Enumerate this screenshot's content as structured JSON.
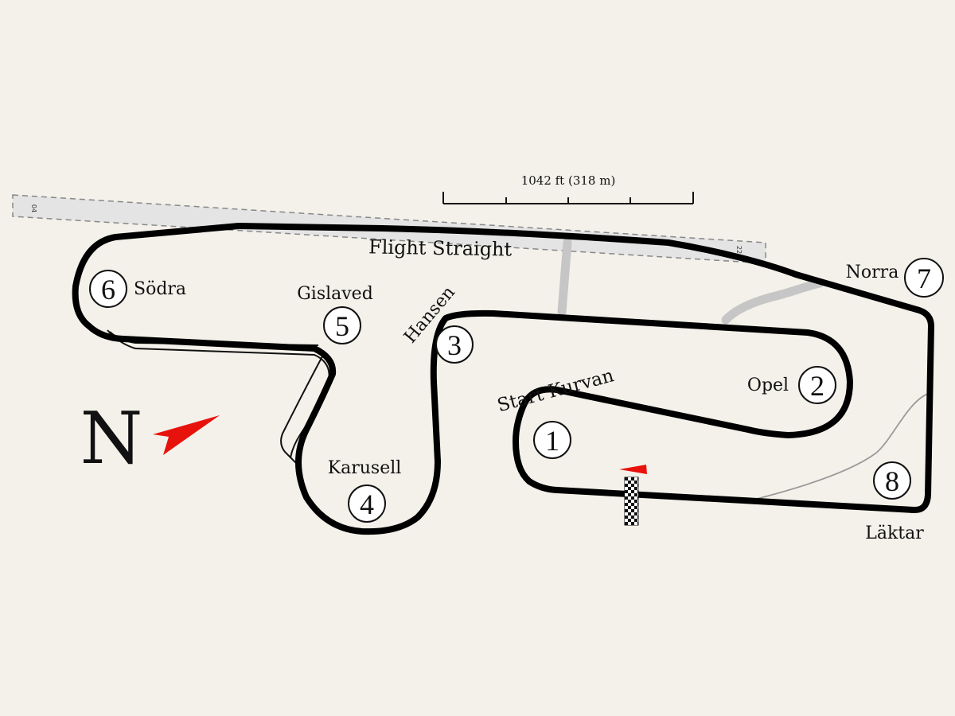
{
  "map": {
    "runway": {
      "end_a": "04",
      "end_b": "22"
    },
    "scale_bar": {
      "label": "1042 ft (318 m)"
    },
    "north": {
      "letter": "N"
    },
    "straights": {
      "flight_straight": "Flight Straight"
    },
    "corners": [
      {
        "number": "1",
        "name": "Start Kurvan"
      },
      {
        "number": "2",
        "name": "Opel"
      },
      {
        "number": "3",
        "name": "Hansen"
      },
      {
        "number": "4",
        "name": "Karusell"
      },
      {
        "number": "5",
        "name": "Gislaved"
      },
      {
        "number": "6",
        "name": "Södra"
      },
      {
        "number": "7",
        "name": "Norra"
      },
      {
        "number": "8",
        "name": "Läktar"
      }
    ],
    "colors": {
      "background": "#f3f1ea",
      "track": "#000000",
      "runway": "#e4e4e4",
      "north_arrow": "#e8120c",
      "start_flag": "#e8120c",
      "service_roads": "#c6c6c6"
    }
  }
}
